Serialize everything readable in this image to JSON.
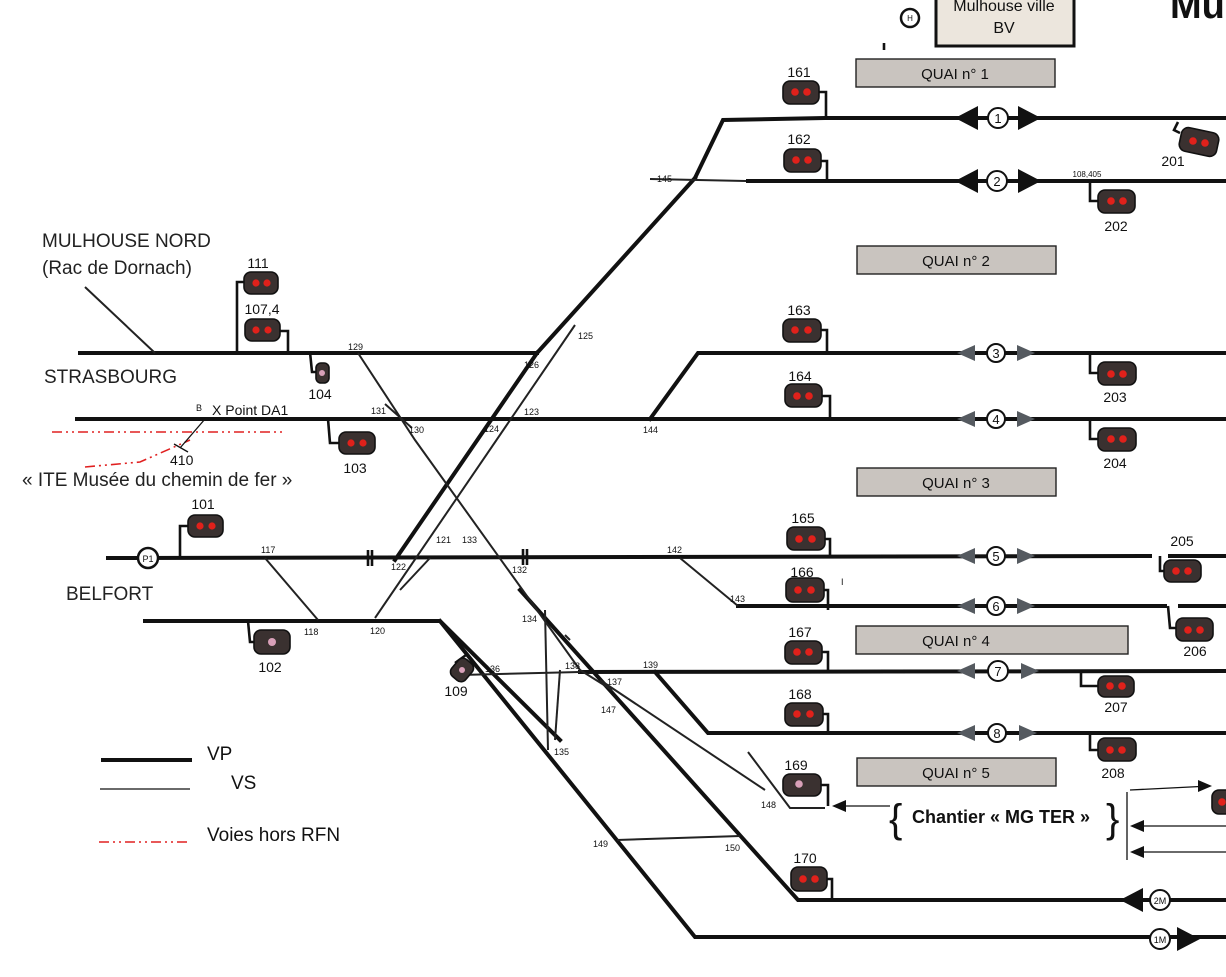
{
  "station": {
    "building_line1": "Mulhouse ville",
    "building_line2": "BV",
    "corner_title": "Mu",
    "h_marker": "H"
  },
  "places": {
    "mulhouse_nord": "MULHOUSE NORD",
    "rac_dornach": "(Rac de Dornach)",
    "strasbourg": "STRASBOURG",
    "belfort": "BELFORT",
    "x_point": "X Point DA1",
    "b_marker": "B",
    "ite_musee": "« ITE Musée du chemin de fer »",
    "chantier": "Chantier « MG TER »",
    "p1": "P1"
  },
  "quais": [
    "QUAI n° 1",
    "QUAI n° 2",
    "QUAI n° 3",
    "QUAI n° 4",
    "QUAI n° 5"
  ],
  "signals": {
    "s161": "161",
    "s162": "162",
    "s163": "163",
    "s164": "164",
    "s165": "165",
    "s166": "166",
    "s167": "167",
    "s168": "168",
    "s169": "169",
    "s170": "170",
    "s201": "201",
    "s202": "202",
    "s203": "203",
    "s204": "204",
    "s205": "205",
    "s206": "206",
    "s207": "207",
    "s208": "208",
    "s111": "111",
    "s1074": "107,4",
    "s104": "104",
    "s103": "103",
    "s101": "101",
    "s102": "102",
    "s109": "109",
    "s410": "410",
    "s108405": "108,405",
    "mark_i": "I"
  },
  "switches": {
    "sw117": "117",
    "sw118": "118",
    "sw120": "120",
    "sw121": "121",
    "sw122": "122",
    "sw123": "123",
    "sw124": "124",
    "sw125": "125",
    "sw126": "126",
    "sw129": "129",
    "sw130": "130",
    "sw131": "131",
    "sw132": "132",
    "sw133": "133",
    "sw134": "134",
    "sw135": "135",
    "sw136": "136",
    "sw137": "137",
    "sw138": "138",
    "sw139": "139",
    "sw142": "142",
    "sw143": "143",
    "sw144": "144",
    "sw145": "145",
    "sw147": "147",
    "sw148": "148",
    "sw149": "149",
    "sw150": "150"
  },
  "tracks": [
    "1",
    "2",
    "3",
    "4",
    "5",
    "6",
    "7",
    "8",
    "2M",
    "1M"
  ],
  "legend": {
    "vp": "VP",
    "vs": "VS",
    "hors_rfn": "Voies hors RFN"
  },
  "colors": {
    "track": "#111111",
    "signal_body": "#3a3130",
    "lamp_red": "#e0211b",
    "lamp_pink": "#d8a0b8",
    "quai_fill": "#c9c4bf",
    "hors_rfn": "#e02020",
    "arrow_grey": "#555a60"
  }
}
